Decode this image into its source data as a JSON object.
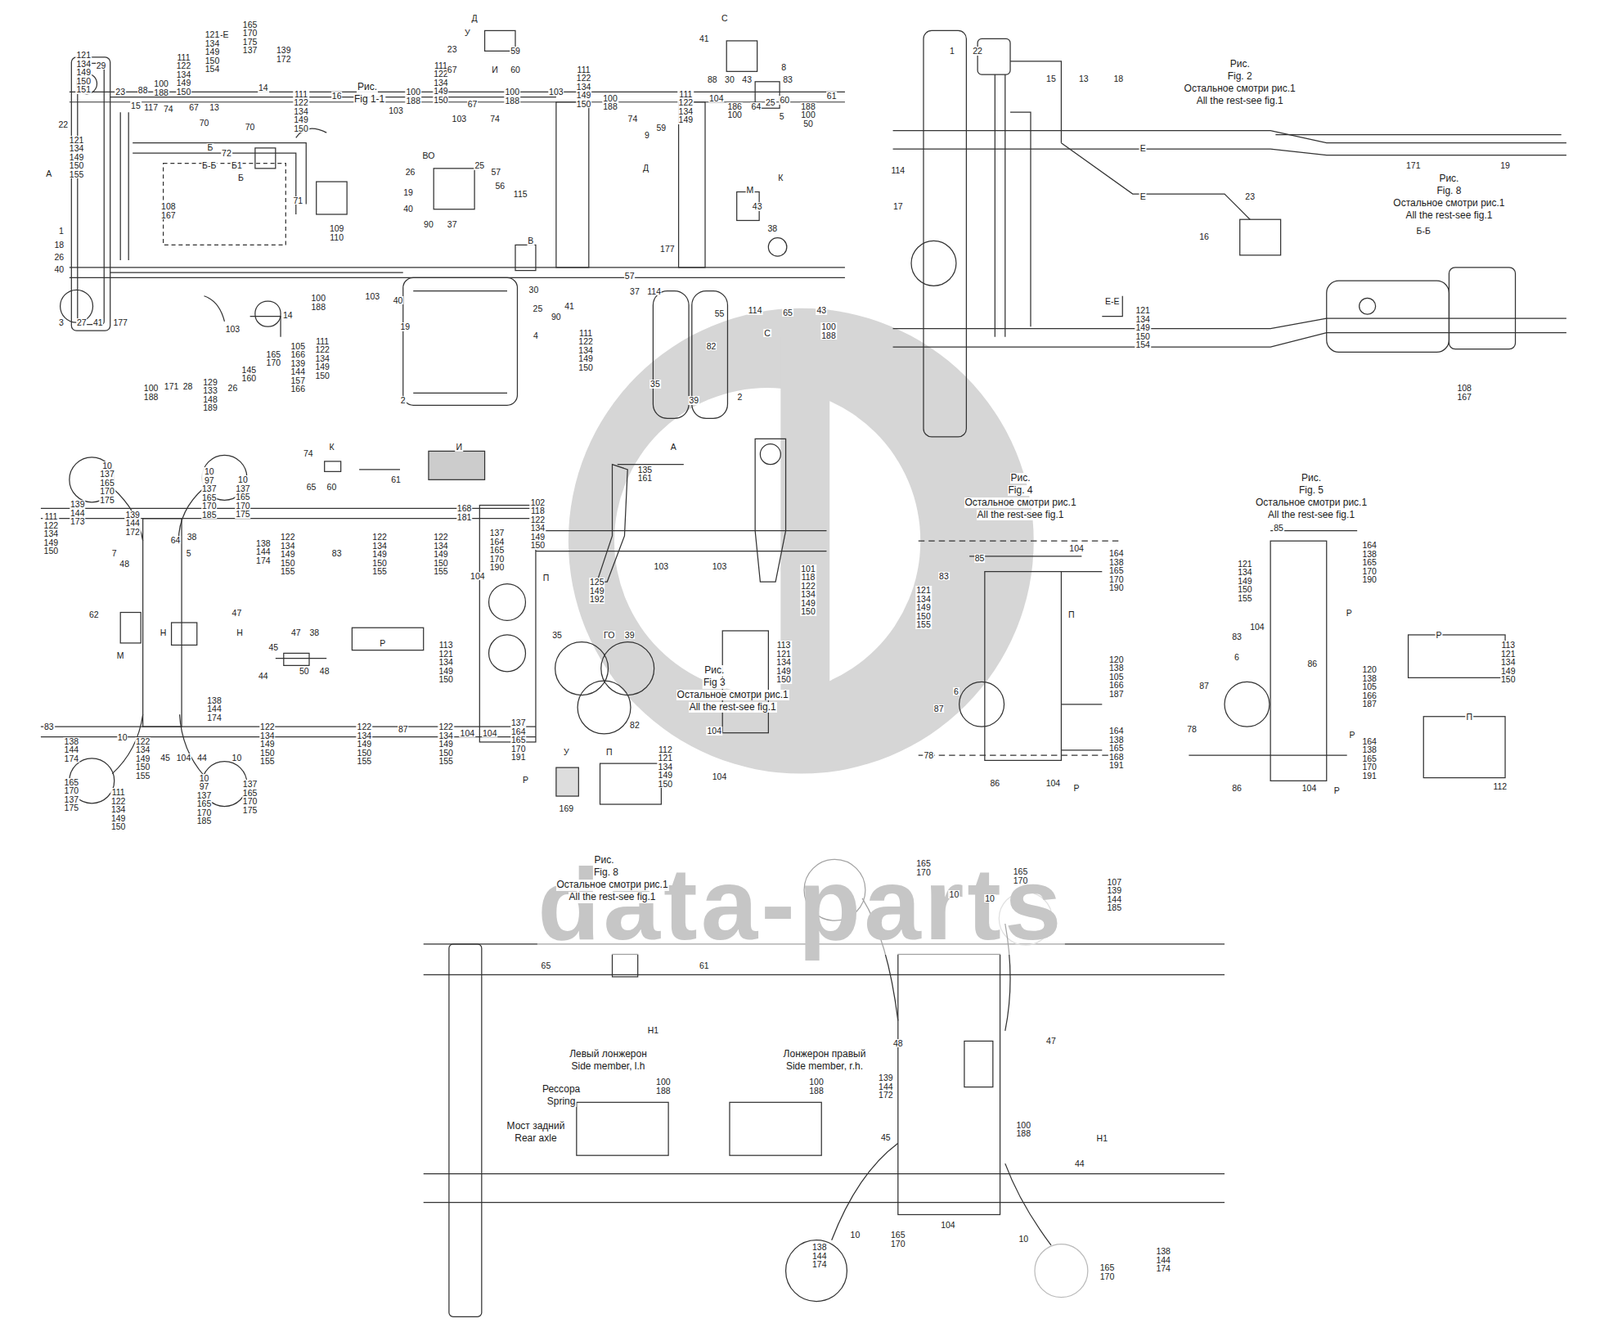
{
  "diagram": {
    "labels": [
      "Рис.",
      "Fig 1-1",
      "Е-Е",
      "121 134 149 150 151",
      "29",
      "22",
      "121 134 149 150 155",
      "А",
      "1",
      "18",
      "26",
      "40",
      "3",
      "27",
      "41",
      "177",
      "23",
      "88",
      "15",
      "117",
      "100 188",
      "111 122 134 149 150",
      "74",
      "67",
      "13",
      "70",
      "121 134 149 150 154",
      "165 170 175 137",
      "139 172",
      "14",
      "70",
      "111 122 134 149 150",
      "16",
      "103",
      "Б",
      "72",
      "Б-Б",
      "Б1",
      "Б",
      "108 167",
      "71",
      "109 110",
      "100 188",
      "111 122 134 149 150",
      "67",
      "103",
      "74",
      "100 188",
      "Д",
      "У",
      "23",
      "59",
      "67",
      "И",
      "60",
      "ВО",
      "26",
      "25",
      "57",
      "56",
      "115",
      "19",
      "40",
      "90",
      "37",
      "103",
      "111 122 134 149 150",
      "100 188",
      "74",
      "9",
      "59",
      "Д",
      "С",
      "41",
      "88",
      "30",
      "43",
      "8",
      "83",
      "111 122 134 149",
      "104",
      "186 100",
      "64",
      "25",
      "60",
      "188 100 50",
      "61",
      "5",
      "К",
      "М",
      "43",
      "38",
      "100 188",
      "171",
      "28",
      "129 133 148 189",
      "26",
      "145 160",
      "103",
      "165 170",
      "14",
      "105 166 139 144 157 166",
      "111 122 134 149 150",
      "100 188",
      "103",
      "40",
      "19",
      "2",
      "30",
      "25",
      "4",
      "90",
      "41",
      "111 122 134 149 150",
      "В",
      "177",
      "57",
      "37",
      "114",
      "35",
      "39",
      "82",
      "2",
      "55",
      "114",
      "С",
      "65",
      "43",
      "100 188",
      "1",
      "22",
      "15",
      "13",
      "18",
      "Рис.",
      "Fig. 2",
      "Остальное смотри рис.1",
      "All the rest-see fig.1",
      "171",
      "19",
      "Рис.",
      "Fig. 8",
      "Остальное смотри рис.1",
      "All the rest-see fig.1",
      "Е",
      "Е",
      "23",
      "16",
      "114",
      "17",
      "Б-Б",
      "108 167",
      "Е-Е",
      "121 134 149 150 154",
      "К",
      "74",
      "65",
      "60",
      "61",
      "И",
      "168 181",
      "111 122 134 149 150",
      "139 144 173",
      "10 137 165 170 175",
      "139 144 172",
      "10 97 137 165 170 185",
      "10 137 165 170 175",
      "7",
      "48",
      "64",
      "38",
      "5",
      "138 144 174",
      "122 134 149 150 155",
      "83",
      "122 134 149 150 155",
      "122 134 149 150 155",
      "104",
      "137 164 165 170 190",
      "П",
      "62",
      "47",
      "М",
      "Н",
      "Н",
      "45",
      "47",
      "38",
      "44",
      "50",
      "48",
      "Р",
      "113 121 134 149 150",
      "83",
      "138 144 174",
      "165 170 137 175",
      "10",
      "122 134 149 150 155",
      "111 122 134 149 150",
      "45",
      "104",
      "44",
      "10 97 137 165 170 185",
      "10",
      "138 144 174",
      "137 165 170 175",
      "122 134 149 150 155",
      "122 134 149 150 155",
      "87",
      "122 134 149 150 155",
      "104",
      "104",
      "137 164 165 170 191",
      "Р",
      "А",
      "135 161",
      "102 118 122 134 149 150",
      "125 149 192",
      "103",
      "103",
      "101 118 122 134 149 150",
      "35",
      "ГО",
      "39",
      "82",
      "Рис.",
      "Fig 3",
      "Остальное смотри рис.1",
      "All the rest-see fig.1",
      "113 121 134 149 150",
      "104",
      "104",
      "У",
      "169",
      "П",
      "112 121 134 149 150",
      "Рис.",
      "Fig. 4",
      "Остальное смотри рис.1",
      "All the rest-see fig.1",
      "85",
      "104",
      "83",
      "121 134 149 150 155",
      "164 138 165 170 190",
      "П",
      "6",
      "87",
      "78",
      "86",
      "104",
      "120 138 105 166 187",
      "164 138 165 168 191",
      "Р",
      "Рис.",
      "Fig. 5",
      "Остальное смотри рис.1",
      "All the rest-see fig.1",
      "85",
      "121 134 149 150 155",
      "164 138 165 170 190",
      "104",
      "83",
      "6",
      "Р",
      "Р",
      "113 121 134 149 150",
      "86",
      "87",
      "78",
      "86",
      "104",
      "120 138 105 166 187",
      "Р",
      "164 138 165 170 191",
      "Р",
      "П",
      "112",
      "Рис.",
      "Fig. 8",
      "Остальное смотри рис.1",
      "All the rest-see fig.1",
      "165 170",
      "165 170",
      "107 139 144 185",
      "10",
      "10",
      "65",
      "61",
      "Н1",
      "48",
      "47",
      "Левый лонжерон",
      "Side member, l.h",
      "Лонжерон правый",
      "Side member, r.h.",
      "139 144 172",
      "100 188",
      "100 188",
      "Рессора",
      "Spring",
      "Мост задний",
      "Rear axle",
      "100 188",
      "45",
      "Н1",
      "44",
      "104",
      "10",
      "165 170",
      "10",
      "138 144 174",
      "165 170",
      "138 144 174",
      "data-parts"
    ]
  }
}
